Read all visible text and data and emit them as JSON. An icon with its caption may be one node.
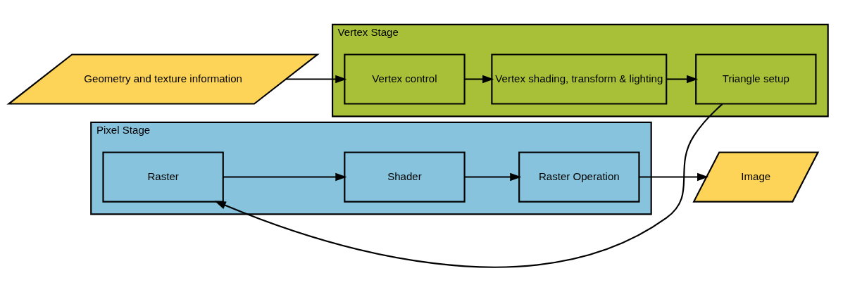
{
  "diagram": {
    "nodes": [
      {
        "text": [
          "Geometry and texture information"
        ]
      },
      {
        "text": [
          "Vertex Stage"
        ]
      },
      {
        "text": [
          "Vertex control"
        ],
        "in": 1
      },
      {
        "text": [
          "Vertex shading, transform & lighting"
        ],
        "in": 1
      },
      {
        "text": [
          "Triangle setup"
        ],
        "in": 1
      },
      {
        "text": [
          "Pixel Stage"
        ]
      },
      {
        "text": [
          "Raster"
        ],
        "in": 5
      },
      {
        "text": [
          "Shader"
        ],
        "in": 5
      },
      {
        "text": [
          "Raster Operation"
        ],
        "in": 5
      },
      {
        "text": [
          "Image"
        ]
      }
    ],
    "edges": [
      {
        "from": 0,
        "to": 2,
        "arrow": "to"
      },
      {
        "from": 2,
        "to": 3,
        "arrow": "to"
      },
      {
        "from": 3,
        "to": 4,
        "arrow": "to"
      },
      {
        "from": 4,
        "to": 6,
        "arrow": "to"
      },
      {
        "from": 6,
        "to": 7,
        "arrow": "to"
      },
      {
        "from": 7,
        "to": 8,
        "arrow": "to"
      },
      {
        "from": 8,
        "to": 9,
        "arrow": "to"
      }
    ]
  }
}
